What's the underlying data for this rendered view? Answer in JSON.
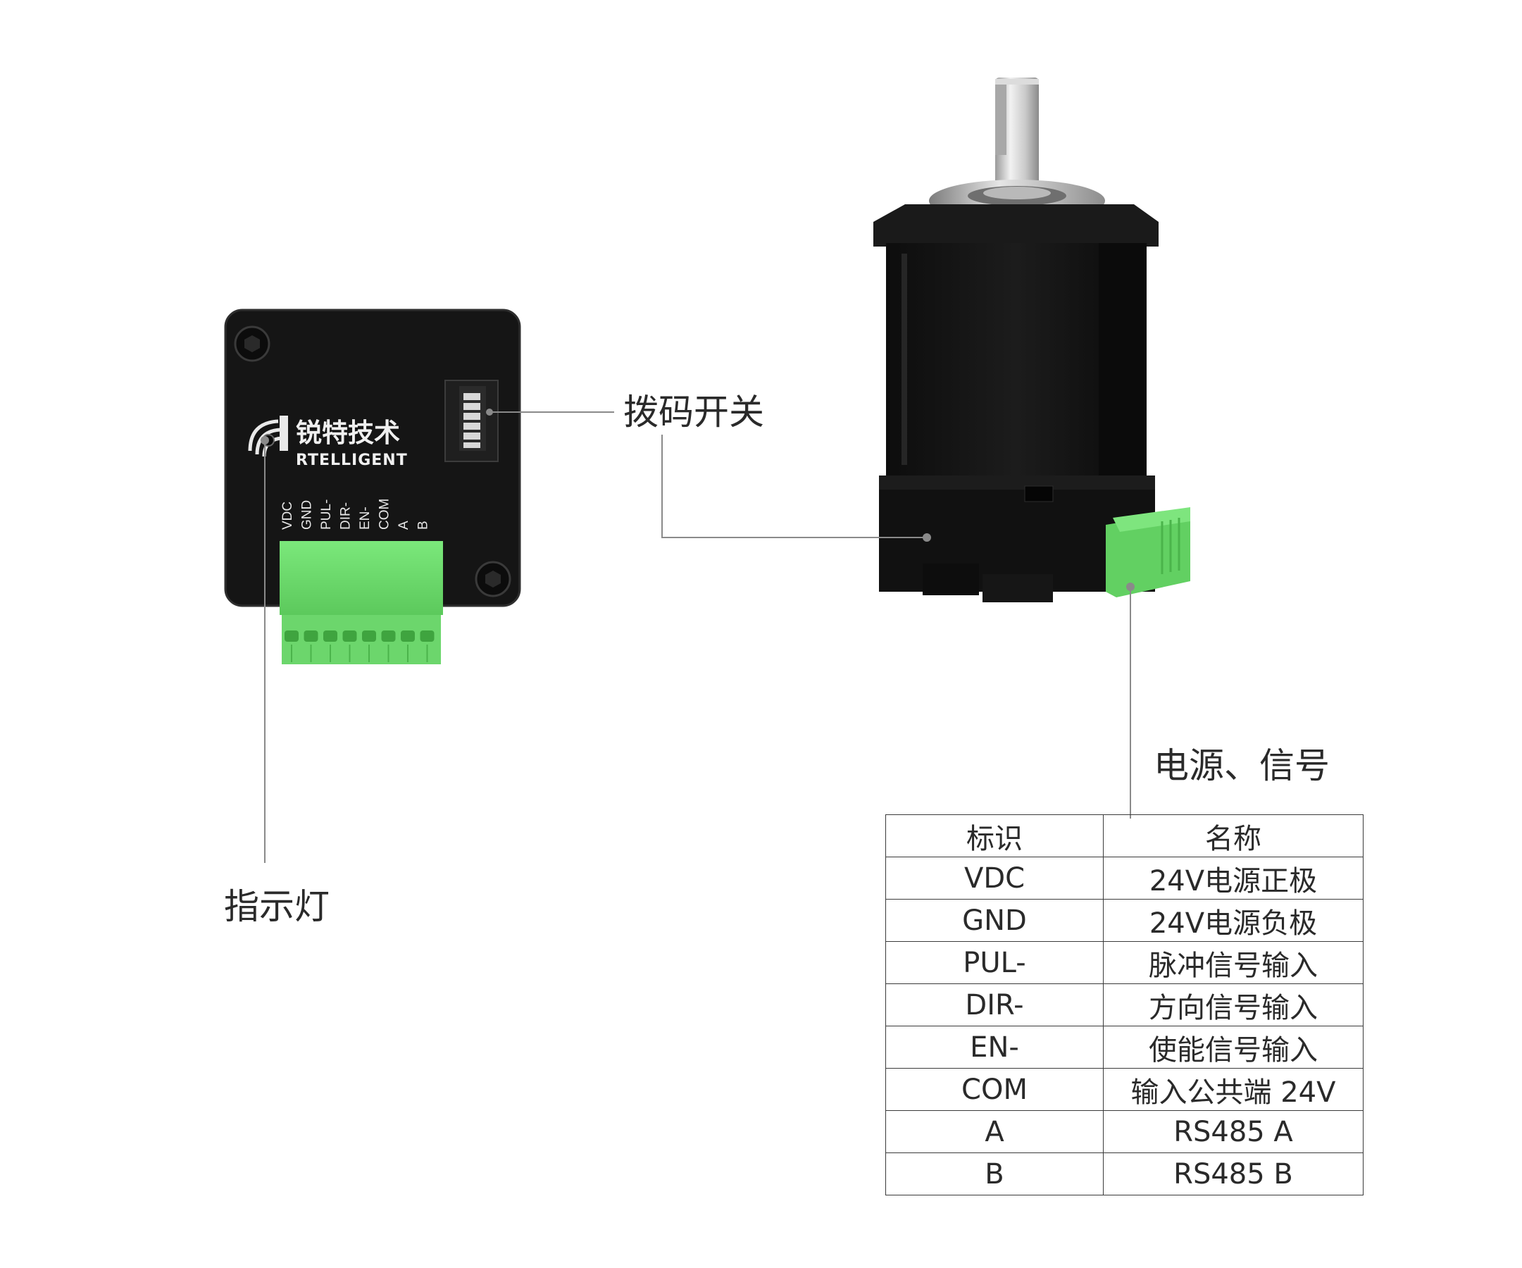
{
  "callouts": {
    "dip_switch": "拨码开关",
    "indicator": "指示灯",
    "power_signal": "电源、信号"
  },
  "driver": {
    "brand_cn": "锐特技术",
    "brand_en": "RTELLIGENT",
    "pin_labels": [
      "VDC",
      "GND",
      "PUL-",
      "DIR-",
      "EN-",
      "COM",
      "A",
      "B"
    ]
  },
  "table": {
    "header": [
      "标识",
      "名称"
    ],
    "rows": [
      [
        "VDC",
        "24V电源正极"
      ],
      [
        "GND",
        "24V电源负极"
      ],
      [
        "PUL-",
        "脉冲信号输入"
      ],
      [
        "DIR-",
        "方向信号输入"
      ],
      [
        "EN-",
        "使能信号输入"
      ],
      [
        "COM",
        "输入公共端 24V"
      ],
      [
        "A",
        "RS485 A"
      ],
      [
        "B",
        "RS485 B"
      ]
    ]
  },
  "colors": {
    "body_black": "#141414",
    "terminal_green": "#6fdc6f",
    "leader_gray": "#8a8a8a"
  }
}
